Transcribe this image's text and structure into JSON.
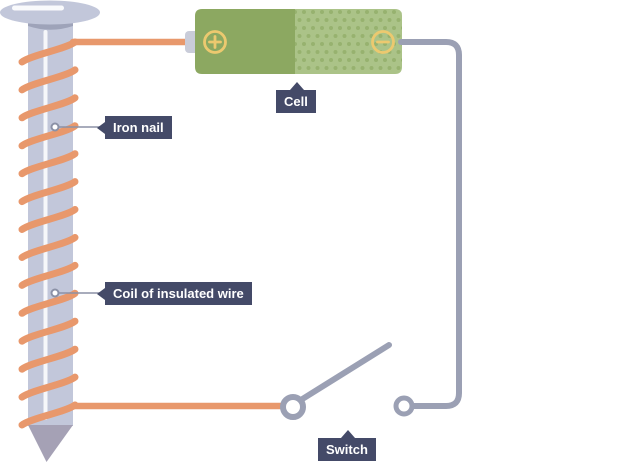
{
  "labels": {
    "iron_nail": "Iron nail",
    "coil": "Coil of insulated wire",
    "cell": "Cell",
    "switch": "Switch"
  },
  "icons": {
    "positive_terminal": "plus-circle-icon",
    "negative_terminal": "minus-circle-icon"
  },
  "diagram": {
    "coil_turns": 14,
    "switch_state": "open"
  },
  "colors": {
    "canvas": "#FFFFFF",
    "wire_orange": "#E8986C",
    "wire_gray": "#9BA0B4",
    "leader_gray": "#8B91A6",
    "nail_body": "#C2C7DA",
    "nail_dark": "#9EA3B9",
    "nail_tip": "#A5A1B5",
    "nail_highlight": "#FFFFFF",
    "cell_left": "#8CA861",
    "cell_right": "#ABC388",
    "cell_dot": "#97B26F",
    "cell_nub": "#C9CCD9",
    "terminal_yellow": "#ECC96F",
    "label_bg": "#444A68",
    "label_text": "#FFFFFF"
  }
}
